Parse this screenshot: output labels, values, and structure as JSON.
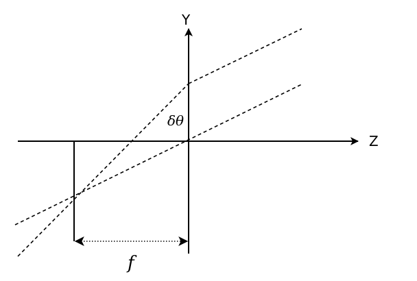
{
  "diagram": {
    "y_axis_label": "Y",
    "z_axis_label": "Z",
    "angle_label": "δθ",
    "focal_label": "f"
  },
  "colors": {
    "ink": "#000000",
    "background": "#ffffff"
  }
}
